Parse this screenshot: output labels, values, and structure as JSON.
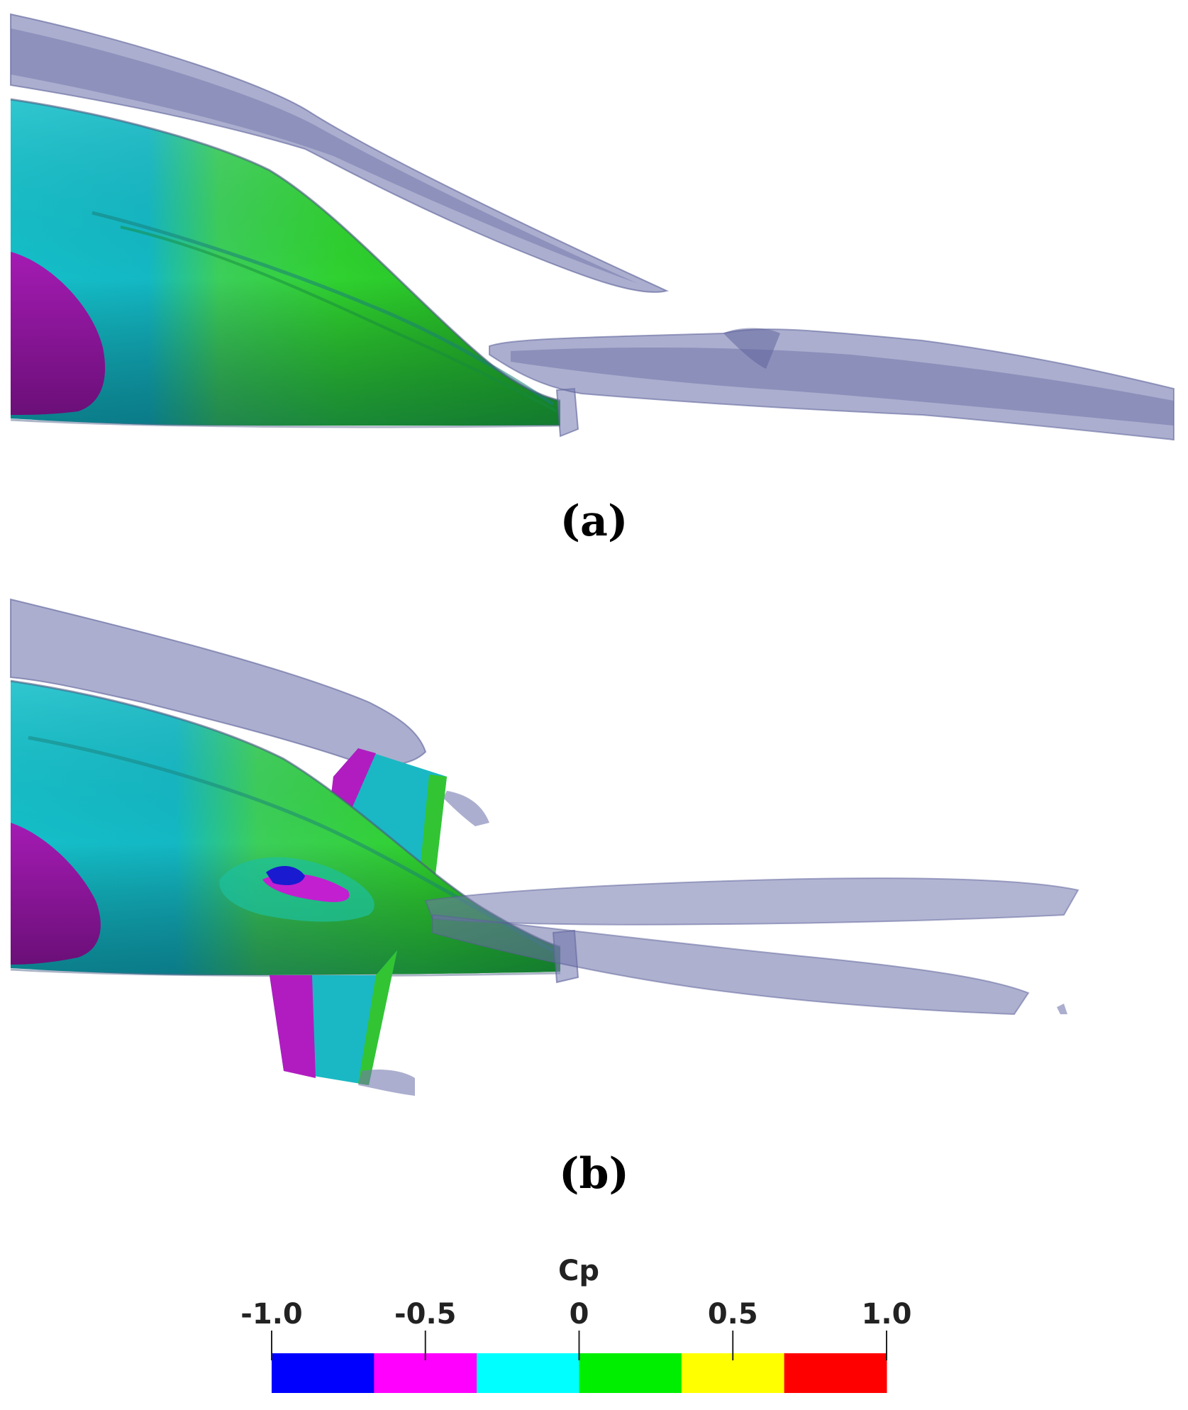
{
  "panels": [
    {
      "id": "a",
      "label": "(a)"
    },
    {
      "id": "b",
      "label": "(b)"
    }
  ],
  "colorbar": {
    "title": "Cp",
    "range": [
      -1.0,
      1.0
    ],
    "ticks": [
      "-1.0",
      "-0.5",
      "0",
      "0.5",
      "1.0"
    ],
    "tick_values": [
      -1.0,
      -0.5,
      0,
      0.5,
      1.0
    ],
    "bands": [
      {
        "from": -1.0,
        "to": -0.667,
        "color": "#0000ff"
      },
      {
        "from": -0.667,
        "to": -0.333,
        "color": "#ff00ff"
      },
      {
        "from": -0.333,
        "to": 0.0,
        "color": "#00ffff"
      },
      {
        "from": 0.0,
        "to": 0.333,
        "color": "#00ee00"
      },
      {
        "from": 0.333,
        "to": 0.667,
        "color": "#ffff00"
      },
      {
        "from": 0.667,
        "to": 1.0,
        "color": "#ff0000"
      }
    ]
  },
  "colors": {
    "hull_cyan": "#12bcc6",
    "hull_cyan_dark": "#0a7f8c",
    "hull_green": "#2fcf2f",
    "hull_magenta": "#a318b0",
    "vortex_isosurface": "#7378ad",
    "fin_magenta": "#b11cc0",
    "fin_cyan": "#1ab8c4",
    "fin_green": "#33c433"
  }
}
